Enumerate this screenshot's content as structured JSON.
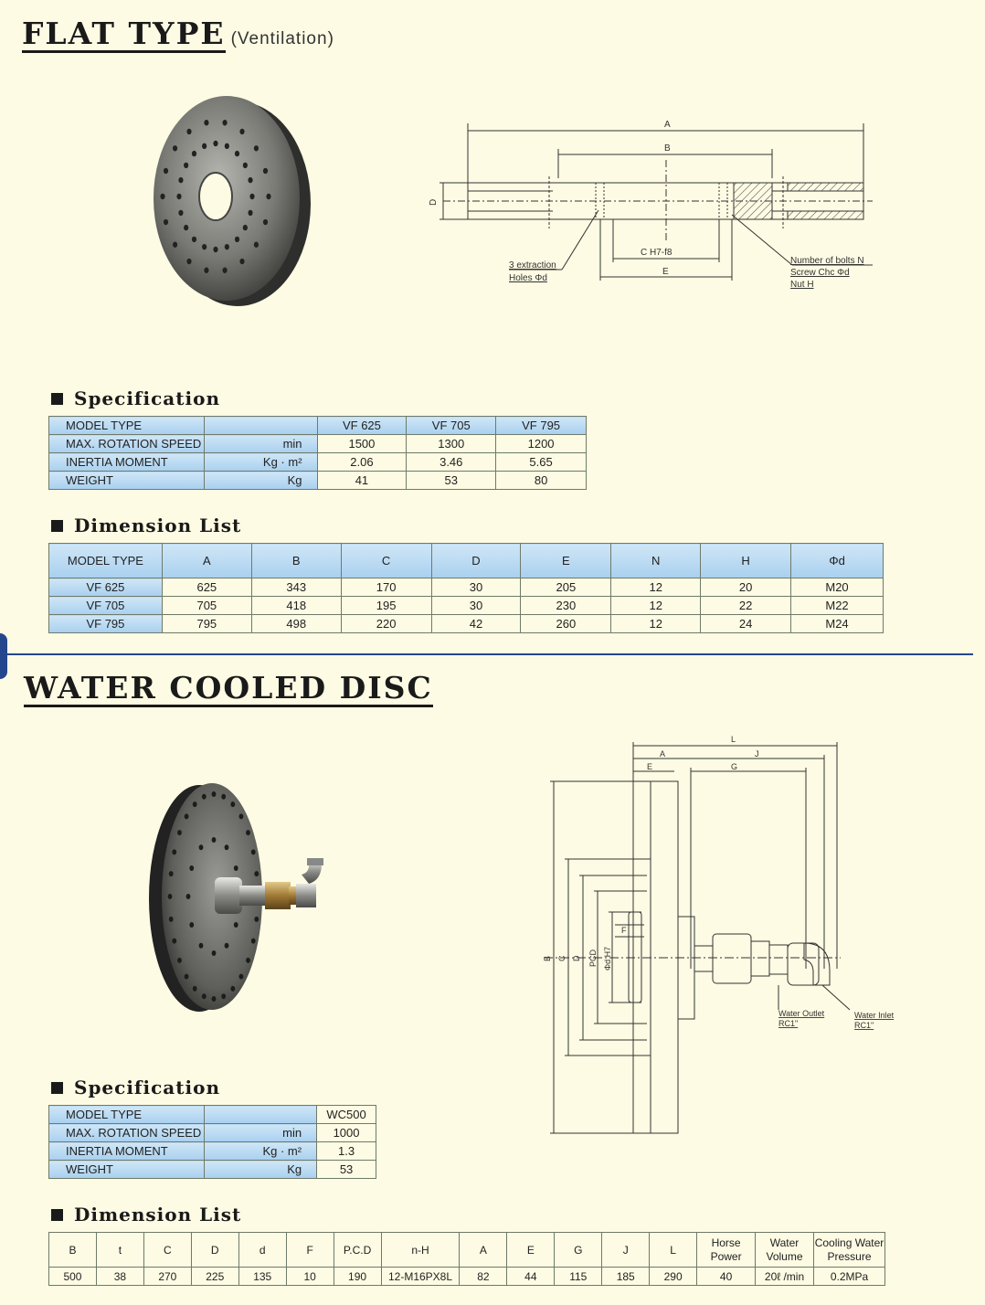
{
  "flat": {
    "title": "FLAT TYPE",
    "subtitle": "(Ventilation)",
    "drawing_labels": {
      "A": "A",
      "B": "B",
      "D": "D",
      "C": "C H7-f8",
      "E": "E",
      "holes_1": "3 extraction",
      "holes_2": "Holes Φd",
      "bolts_1": "Number of bolts N",
      "bolts_2": "Screw Chc Φd",
      "bolts_3": "Nut H"
    },
    "spec": {
      "heading": "Specification",
      "rows": [
        {
          "label": "MODEL TYPE",
          "unit": "",
          "values": [
            "VF 625",
            "VF 705",
            "VF 795"
          ]
        },
        {
          "label": "MAX. ROTATION SPEED",
          "unit": "min",
          "values": [
            "1500",
            "1300",
            "1200"
          ]
        },
        {
          "label": "INERTIA MOMENT",
          "unit": "Kg · m²",
          "values": [
            "2.06",
            "3.46",
            "5.65"
          ]
        },
        {
          "label": "WEIGHT",
          "unit": "Kg",
          "values": [
            "41",
            "53",
            "80"
          ]
        }
      ]
    },
    "dims": {
      "heading": "Dimension List",
      "headers": [
        "MODEL TYPE",
        "A",
        "B",
        "C",
        "D",
        "E",
        "N",
        "H",
        "Φd"
      ],
      "rows": [
        [
          "VF 625",
          "625",
          "343",
          "170",
          "30",
          "205",
          "12",
          "20",
          "M20"
        ],
        [
          "VF 705",
          "705",
          "418",
          "195",
          "30",
          "230",
          "12",
          "22",
          "M22"
        ],
        [
          "VF 795",
          "795",
          "498",
          "220",
          "42",
          "260",
          "12",
          "24",
          "M24"
        ]
      ]
    }
  },
  "water": {
    "title": "WATER COOLED DISC",
    "drawing_labels": {
      "L": "L",
      "A": "A",
      "J": "J",
      "E": "E",
      "G": "G",
      "B": "B",
      "C": "C",
      "D": "D",
      "PCD": "PCD",
      "dH7": "Φd H7",
      "F": "F",
      "outlet_1": "Water Outlet",
      "outlet_2": "RC1\"",
      "inlet_1": "Water Inlet",
      "inlet_2": "RC1\""
    },
    "spec": {
      "heading": "Specification",
      "rows": [
        {
          "label": "MODEL TYPE",
          "unit": "",
          "value": "WC500"
        },
        {
          "label": "MAX. ROTATION SPEED",
          "unit": "min",
          "value": "1000"
        },
        {
          "label": "INERTIA MOMENT",
          "unit": "Kg · m²",
          "value": "1.3"
        },
        {
          "label": "WEIGHT",
          "unit": "Kg",
          "value": "53"
        }
      ]
    },
    "dims": {
      "heading": "Dimension List",
      "headers": [
        "B",
        "t",
        "C",
        "D",
        "d",
        "F",
        "P.C.D",
        "n-H",
        "A",
        "E",
        "G",
        "J",
        "L"
      ],
      "headers_two_line": [
        [
          "Horse",
          "Power"
        ],
        [
          "Water",
          "Volume"
        ],
        [
          "Cooling Water",
          "Pressure"
        ]
      ],
      "values": [
        "500",
        "38",
        "270",
        "225",
        "135",
        "10",
        "190",
        "12-M16PX8L",
        "82",
        "44",
        "115",
        "185",
        "290",
        "40",
        "20ℓ /min",
        "0.2MPa"
      ]
    }
  }
}
